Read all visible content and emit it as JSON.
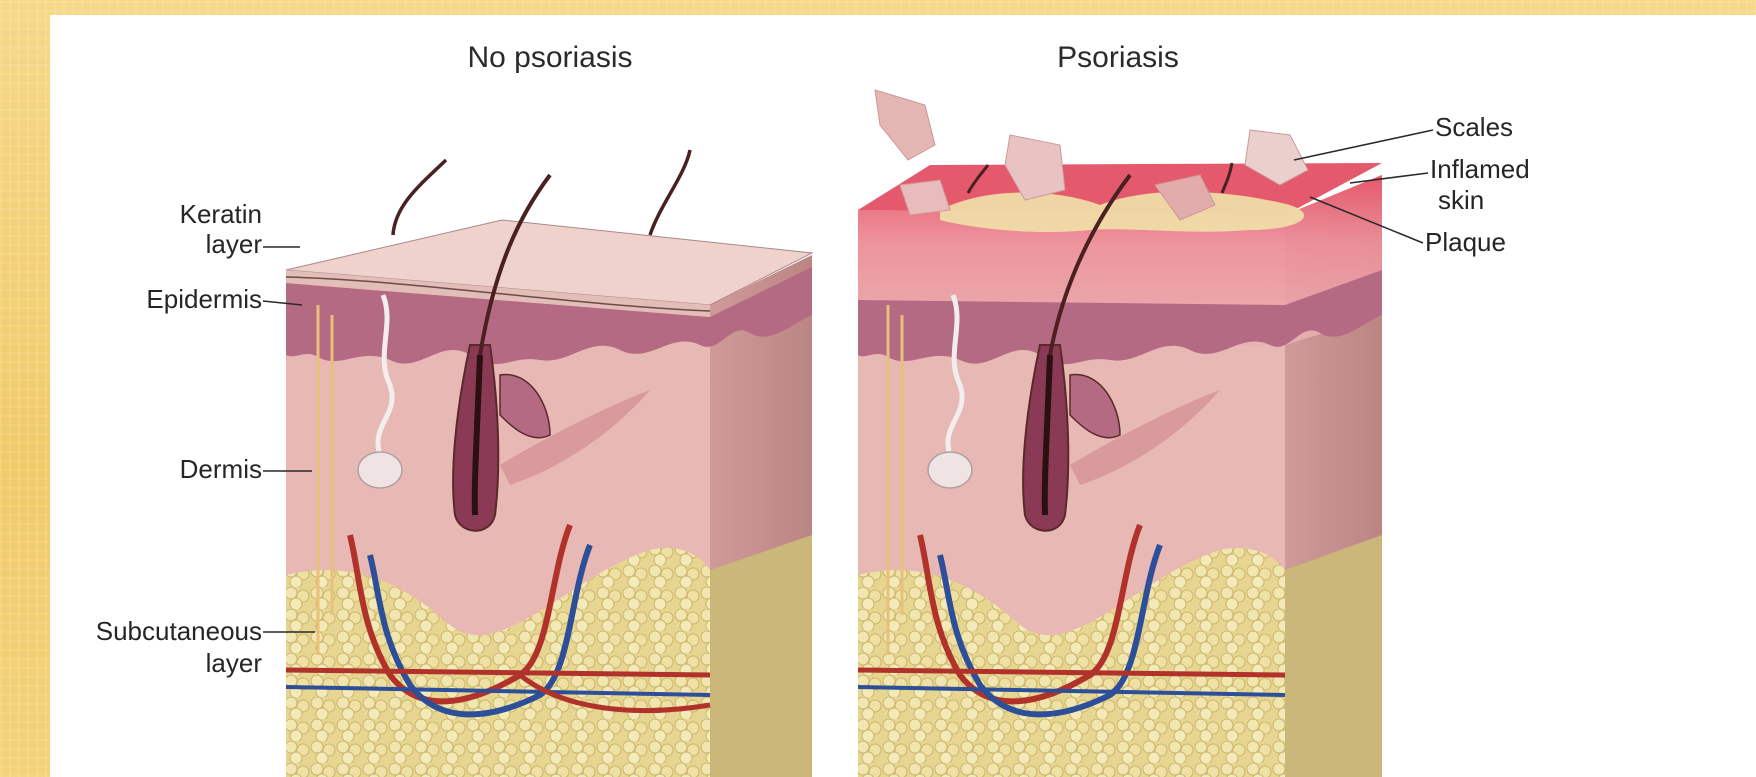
{
  "titles": {
    "left": "No psoriasis",
    "right": "Psoriasis"
  },
  "labels_left": {
    "keratin_line1": "Keratin",
    "keratin_line2": "layer",
    "epidermis": "Epidermis",
    "dermis": "Dermis",
    "subcutaneous_line1": "Subcutaneous",
    "subcutaneous_line2": "layer"
  },
  "labels_right": {
    "scales": "Scales",
    "inflamed_line1": "Inflamed",
    "inflamed_line2": "skin",
    "plaque": "Plaque"
  },
  "colors": {
    "slide_background": "#f1cf73",
    "keratin": "#efc9c4",
    "epidermis": "#b56a84",
    "dermis": "#e9b9b6",
    "dermis_side": "#c9908f",
    "fat": "#eadc9a",
    "artery": "#b0322a",
    "vein": "#2d4f9a",
    "hair": "#5a2a2a",
    "inflamed": "#e85b6e",
    "plaque": "#f0dca8",
    "scales": "#e7b7b7"
  }
}
